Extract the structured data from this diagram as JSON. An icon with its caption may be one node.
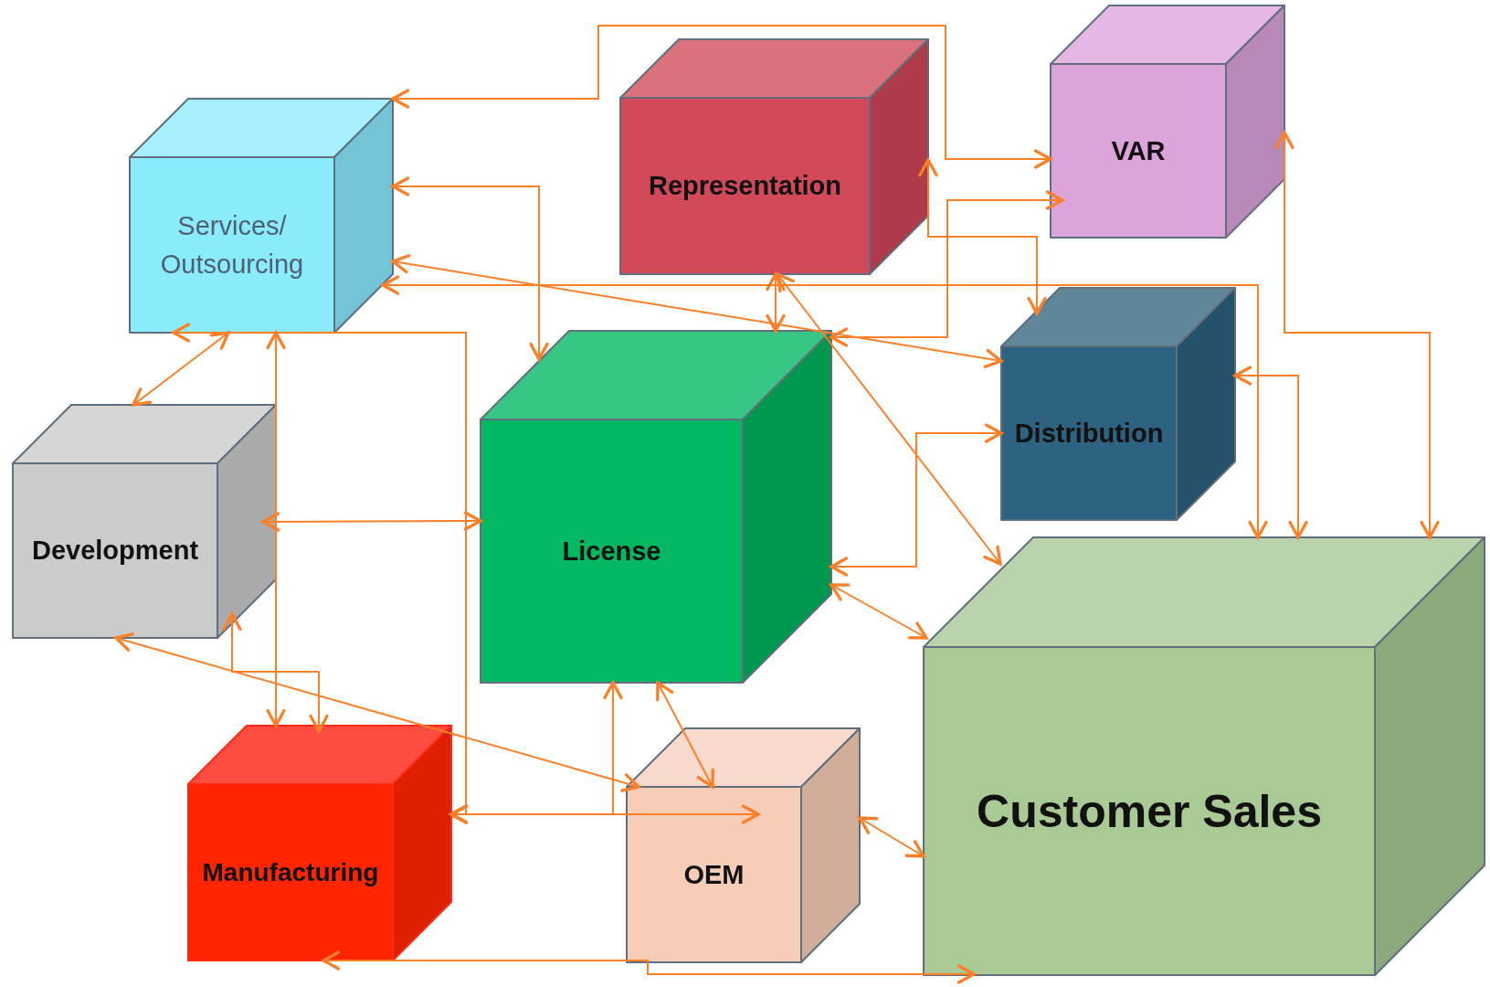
{
  "diagram": {
    "nodes": [
      {
        "text": [
          "Services/ Outsourcing"
        ]
      },
      {
        "text": [
          "Representation"
        ]
      },
      {
        "text": [
          "VAR"
        ]
      },
      {
        "text": [
          "Distribution"
        ]
      },
      {
        "text": [
          "Development"
        ]
      },
      {
        "text": [
          "License"
        ]
      },
      {
        "text": [
          "Manufacturing"
        ]
      },
      {
        "text": [
          "OEM"
        ]
      },
      {
        "text": [
          "Customer Sales"
        ]
      }
    ],
    "edges": [
      {
        "from": 0,
        "to": 2,
        "arrow": "both"
      },
      {
        "from": 0,
        "to": 5,
        "arrow": "both"
      },
      {
        "from": 0,
        "to": 8,
        "arrow": "both"
      },
      {
        "from": 0,
        "to": 3,
        "arrow": "both"
      },
      {
        "from": 0,
        "to": 6,
        "arrow": "both"
      },
      {
        "from": 0,
        "to": 4,
        "arrow": "both"
      },
      {
        "from": 0,
        "to": 6,
        "arrow": "both"
      },
      {
        "from": 4,
        "to": 5,
        "arrow": "both"
      },
      {
        "from": 4,
        "to": 6,
        "arrow": "both"
      },
      {
        "from": 4,
        "to": 7,
        "arrow": "both"
      },
      {
        "from": 1,
        "to": 5,
        "arrow": "both"
      },
      {
        "from": 1,
        "to": 8,
        "arrow": "both"
      },
      {
        "from": 1,
        "to": 3,
        "arrow": "both"
      },
      {
        "from": 5,
        "to": 2,
        "arrow": "both"
      },
      {
        "from": 5,
        "to": 3,
        "arrow": "both"
      },
      {
        "from": 5,
        "to": 8,
        "arrow": "both"
      },
      {
        "from": 2,
        "to": 8,
        "arrow": "both"
      },
      {
        "from": 3,
        "to": 8,
        "arrow": "both"
      },
      {
        "from": 5,
        "to": 7,
        "arrow": "both"
      },
      {
        "from": 7,
        "to": 8,
        "arrow": "both"
      },
      {
        "from": 6,
        "to": 8,
        "arrow": "both"
      },
      {
        "from": 5,
        "to": 6,
        "arrow": "both"
      },
      {
        "from": 6,
        "to": 7,
        "arrow": "both"
      }
    ]
  }
}
